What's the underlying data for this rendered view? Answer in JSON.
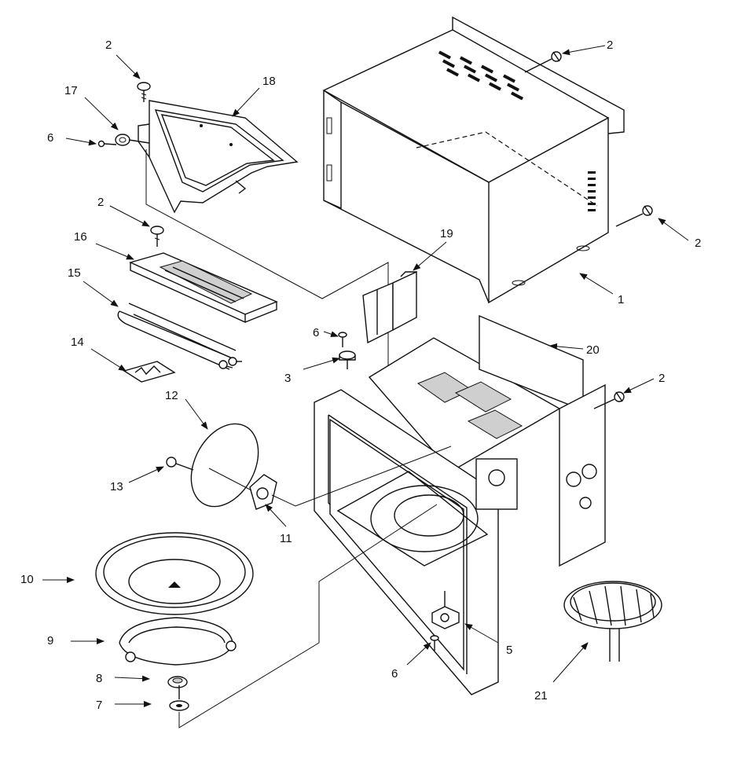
{
  "diagram": {
    "labels": [
      {
        "id": "label-2-top-left",
        "text": "2"
      },
      {
        "id": "label-17",
        "text": "17"
      },
      {
        "id": "label-18",
        "text": "18"
      },
      {
        "id": "label-6-top",
        "text": "6"
      },
      {
        "id": "label-2-top-right",
        "text": "2"
      },
      {
        "id": "label-2-right",
        "text": "2"
      },
      {
        "id": "label-2-mid-left",
        "text": "2"
      },
      {
        "id": "label-16",
        "text": "16"
      },
      {
        "id": "label-15",
        "text": "15"
      },
      {
        "id": "label-1",
        "text": "1"
      },
      {
        "id": "label-19",
        "text": "19"
      },
      {
        "id": "label-6-mid",
        "text": "6"
      },
      {
        "id": "label-14",
        "text": "14"
      },
      {
        "id": "label-3",
        "text": "3"
      },
      {
        "id": "label-20",
        "text": "20"
      },
      {
        "id": "label-2-lower-right",
        "text": "2"
      },
      {
        "id": "label-12",
        "text": "12"
      },
      {
        "id": "label-13",
        "text": "13"
      },
      {
        "id": "label-11",
        "text": "11"
      },
      {
        "id": "label-10",
        "text": "10"
      },
      {
        "id": "label-9",
        "text": "9"
      },
      {
        "id": "label-8",
        "text": "8"
      },
      {
        "id": "label-7",
        "text": "7"
      },
      {
        "id": "label-6-bottom",
        "text": "6"
      },
      {
        "id": "label-5",
        "text": "5"
      },
      {
        "id": "label-21",
        "text": "21"
      }
    ]
  }
}
